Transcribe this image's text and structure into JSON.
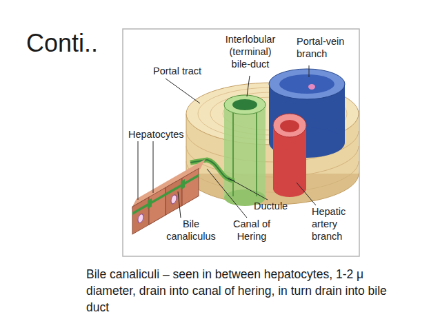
{
  "diagram": {
    "title": "Conti..",
    "caption": "Bile canaliculi – seen in between hepatocytes, 1-2 μ diameter, drain into canal of hering, in turn drain into bile duct",
    "labels": [
      "Interlobular (terminal) bile-duct",
      "Portal-vein branch",
      "Portal tract",
      "Hepatocytes",
      "Ductule",
      "Hepatic artery branch",
      "Bile canaliculus",
      "Canal of Hering"
    ]
  }
}
